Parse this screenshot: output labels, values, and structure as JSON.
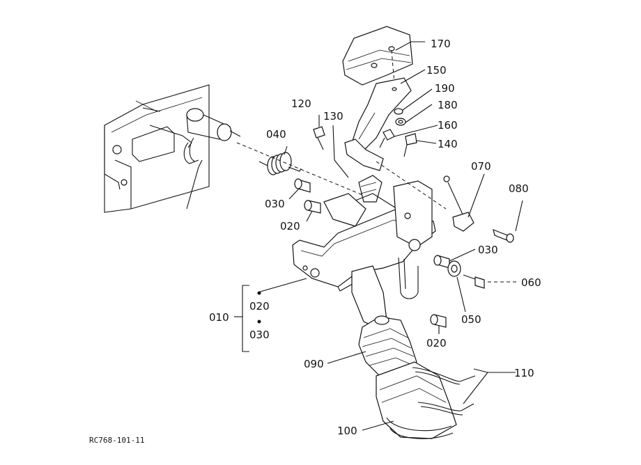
{
  "diagram": {
    "drawing_code": "RC768-101-11",
    "parts": [
      {
        "id": "p170",
        "label": "170",
        "icon": "pedal-pad-icon"
      },
      {
        "id": "p150",
        "label": "150",
        "icon": "pedal-arm-icon"
      },
      {
        "id": "p190",
        "label": "190",
        "icon": "nut-icon"
      },
      {
        "id": "p180",
        "label": "180",
        "icon": "washer-icon"
      },
      {
        "id": "p160",
        "label": "160",
        "icon": "bolt-icon"
      },
      {
        "id": "p140",
        "label": "140",
        "icon": "bolt-icon"
      },
      {
        "id": "p120",
        "label": "120",
        "icon": "bolt-icon"
      },
      {
        "id": "p130",
        "label": "130",
        "icon": "bracket-icon"
      },
      {
        "id": "p040",
        "label": "040",
        "icon": "spring-icon"
      },
      {
        "id": "p030a",
        "label": "030",
        "icon": "bushing-icon"
      },
      {
        "id": "p020a",
        "label": "020",
        "icon": "bushing-icon"
      },
      {
        "id": "p070",
        "label": "070",
        "icon": "rod-icon"
      },
      {
        "id": "p080",
        "label": "080",
        "icon": "pin-icon"
      },
      {
        "id": "p030b",
        "label": "030",
        "icon": "bushing-icon"
      },
      {
        "id": "p060",
        "label": "060",
        "icon": "bolt-icon"
      },
      {
        "id": "p050",
        "label": "050",
        "icon": "washer-icon"
      },
      {
        "id": "p020b",
        "label": "020",
        "icon": "bushing-icon"
      },
      {
        "id": "p090",
        "label": "090",
        "icon": "boot-icon"
      },
      {
        "id": "p110",
        "label": "110",
        "icon": "band-icon"
      },
      {
        "id": "p100",
        "label": "100",
        "icon": "boot-icon"
      }
    ],
    "assembly": {
      "label": "010",
      "items": [
        "020",
        "030"
      ]
    }
  }
}
